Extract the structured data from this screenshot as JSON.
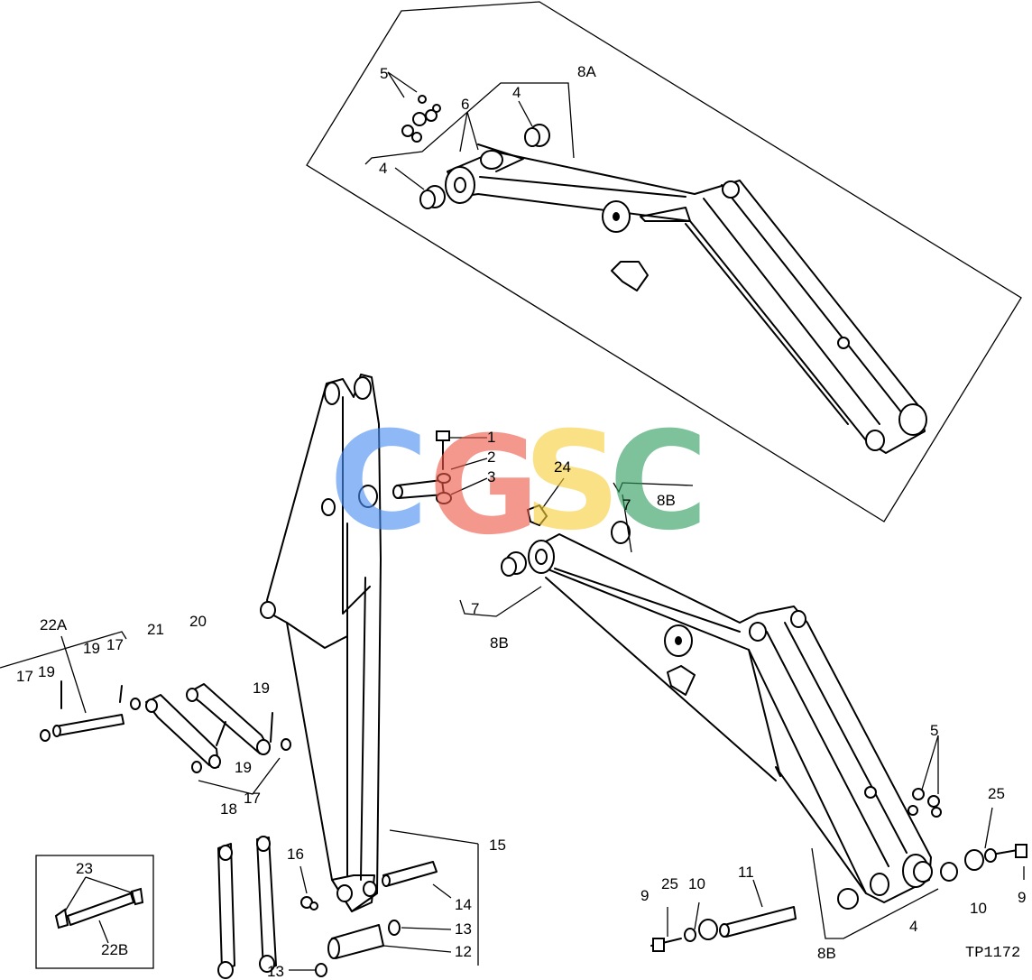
{
  "figure_code": "TP1172",
  "watermark": {
    "letters": [
      "C",
      "G",
      "S",
      "C"
    ],
    "colors": [
      "#4a8ef2",
      "#ee5a4a",
      "#f7cf3c",
      "#2e9e5e"
    ]
  },
  "callouts": {
    "c1": "1",
    "c2": "2",
    "c3": "3",
    "c4a": "4",
    "c4b": "4",
    "c4c": "4",
    "c5a": "5",
    "c5b": "5",
    "c6": "6",
    "c7a": "7",
    "c7b": "7",
    "c8a": "8A",
    "c8b1": "8B",
    "c8b2": "8B",
    "c8b3": "8B",
    "c9a": "9",
    "c9b": "9",
    "c10a": "10",
    "c10b": "10",
    "c11": "11",
    "c12": "12",
    "c13a": "13",
    "c13b": "13",
    "c14": "14",
    "c15": "15",
    "c16": "16",
    "c17a": "17",
    "c17b": "17",
    "c17c": "17",
    "c18": "18",
    "c19a": "19",
    "c19b": "19",
    "c19c": "19",
    "c19d": "19",
    "c20": "20",
    "c21": "21",
    "c22a": "22A",
    "c22b": "22B",
    "c23": "23",
    "c24": "24",
    "c25a": "25",
    "c25b": "25"
  }
}
